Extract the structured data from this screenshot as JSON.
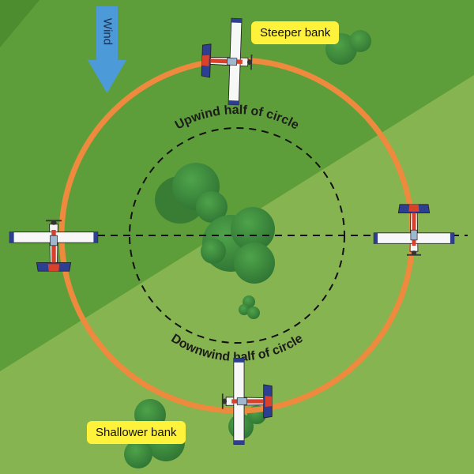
{
  "labels": {
    "wind": "Wind",
    "steeper_bank": "Steeper bank",
    "shallower_bank": "Shallower bank",
    "upwind_half": "Upwind half of circle",
    "downwind_half": "Downwind half of circle"
  },
  "colors": {
    "ground_dark": "#5e9e3a",
    "ground_light": "#86b450",
    "flight_path": "#ee8a3e",
    "wind_arrow": "#4d9ad8",
    "callout": "#fff23a",
    "tree": "#3f8c3e",
    "aircraft_accent_red": "#d9412b",
    "aircraft_accent_blue": "#2d3f92"
  },
  "icons": {
    "wind": "wind-arrow-icon",
    "aircraft": "airplane-icon",
    "trees": "tree-icon"
  }
}
